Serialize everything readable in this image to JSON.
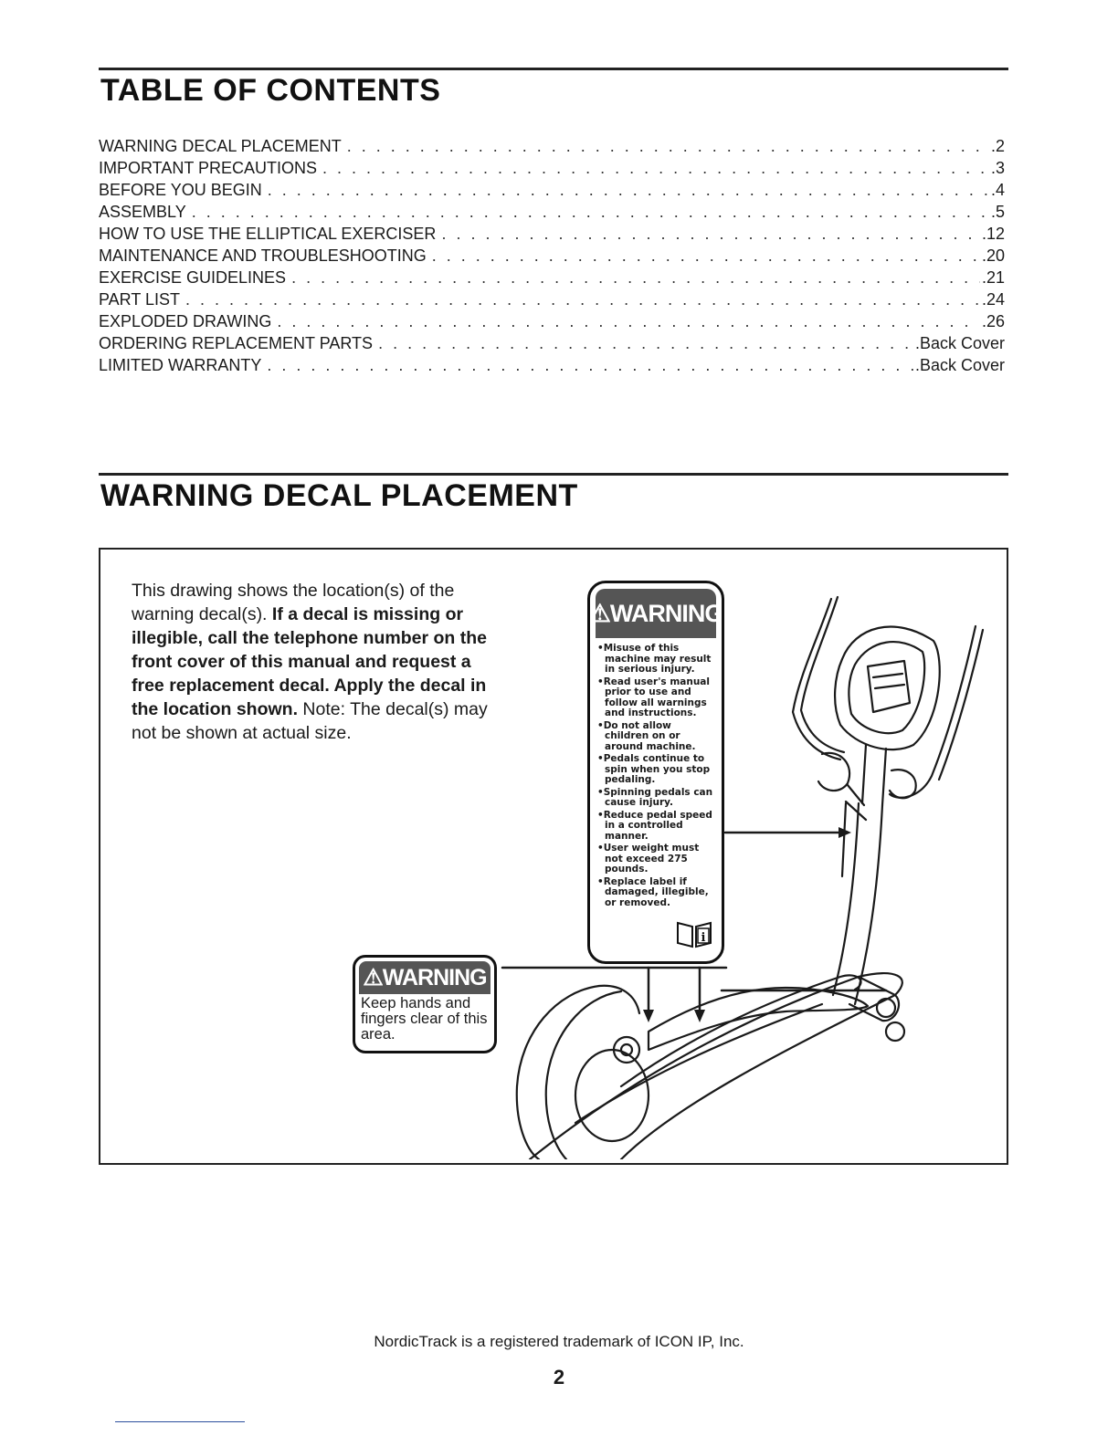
{
  "toc": {
    "heading": "TABLE OF CONTENTS",
    "entries": [
      {
        "title": "WARNING DECAL PLACEMENT",
        "page": ".2"
      },
      {
        "title": "IMPORTANT PRECAUTIONS",
        "page": ".3"
      },
      {
        "title": "BEFORE YOU BEGIN",
        "page": ".4"
      },
      {
        "title": "ASSEMBLY",
        "page": ".5"
      },
      {
        "title": "HOW TO USE THE ELLIPTICAL EXERCISER",
        "page": ".12"
      },
      {
        "title": "MAINTENANCE AND TROUBLESHOOTING",
        "page": ".20"
      },
      {
        "title": "EXERCISE GUIDELINES",
        "page": ".21"
      },
      {
        "title": "PART LIST",
        "page": ".24"
      },
      {
        "title": "EXPLODED DRAWING",
        "page": ".26"
      },
      {
        "title": "ORDERING REPLACEMENT PARTS",
        "page": ".Back Cover"
      },
      {
        "title": "LIMITED WARRANTY",
        "page": ".Back Cover"
      }
    ]
  },
  "warning_section": {
    "heading": "WARNING DECAL PLACEMENT",
    "intro_plain_1": "This drawing shows the location(s) of the warning decal(s). ",
    "intro_bold": "If a decal is missing or illegible, call the telephone number on the front cover of this manual and request a free replacement decal. Apply the decal in the location shown.",
    "intro_plain_2": " Note: The decal(s) may not be shown at actual size."
  },
  "decal_large": {
    "header": "⚠WARNING",
    "items": [
      "Misuse of this machine may result in serious injury.",
      "Read user's manual prior to use and follow all warnings and instructions.",
      "Do not allow children on or around machine.",
      "Pedals continue to spin when you stop pedaling.",
      "Spinning pedals can cause injury.",
      "Reduce pedal speed in a controlled manner.",
      "User weight must not exceed 275 pounds.",
      "Replace label if damaged, illegible, or removed."
    ],
    "icon": "manual-info-icon"
  },
  "decal_small": {
    "header": "⚠WARNING",
    "text": "Keep hands and fingers clear of this area."
  },
  "footer": {
    "trademark": "NordicTrack is a registered trademark of ICON IP, Inc.",
    "page_number": "2"
  }
}
